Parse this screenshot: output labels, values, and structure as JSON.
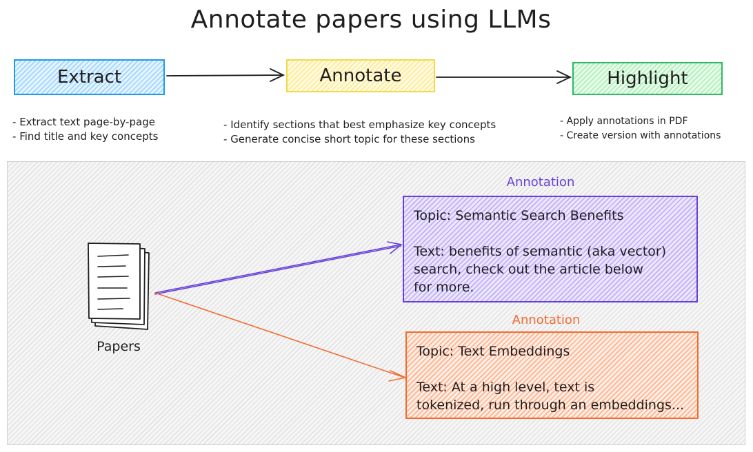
{
  "title": "Annotate papers using LLMs",
  "steps": [
    {
      "label": "Extract",
      "bullets": [
        "Extract text page-by-page",
        "Find title and key concepts"
      ]
    },
    {
      "label": "Annotate",
      "bullets": [
        "Identify sections that best emphasize key concepts",
        "Generate concise short topic for these sections"
      ]
    },
    {
      "label": "Highlight",
      "bullets": [
        "Apply annotations in PDF",
        "Create version with annotations"
      ]
    }
  ],
  "papers_label": "Papers",
  "annotations": [
    {
      "label": "Annotation",
      "topic": "Topic: Semantic Search Benefits",
      "text_lines": [
        "Text: benefits of semantic (aka vector)",
        "search, check out the article below",
        "for more."
      ],
      "color": "#6741d9"
    },
    {
      "label": "Annotation",
      "topic": "Topic: Text Embeddings",
      "text_lines": [
        "Text: At a high level, text is",
        "tokenized, run through an embeddings..."
      ],
      "color": "#f36c32"
    }
  ],
  "colors": {
    "extract": "#1c9be6",
    "annotate": "#f2d94a",
    "highlight": "#2fb964",
    "arrow": "#1e1e1e"
  }
}
